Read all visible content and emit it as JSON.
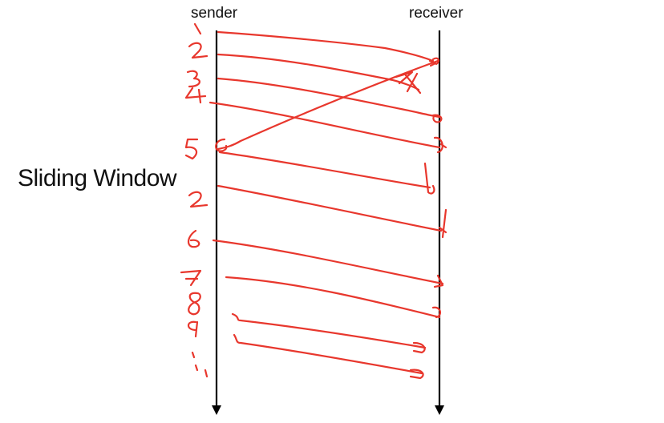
{
  "diagram": {
    "title": "Sliding Window",
    "sender_label": "sender",
    "receiver_label": "receiver",
    "annotation_color": "#e8372d",
    "line_color": "#000000",
    "handwritten_numbers": [
      "1",
      "2",
      "3",
      "4",
      "5",
      "2",
      "6",
      "7",
      "8",
      "9",
      "..."
    ]
  }
}
